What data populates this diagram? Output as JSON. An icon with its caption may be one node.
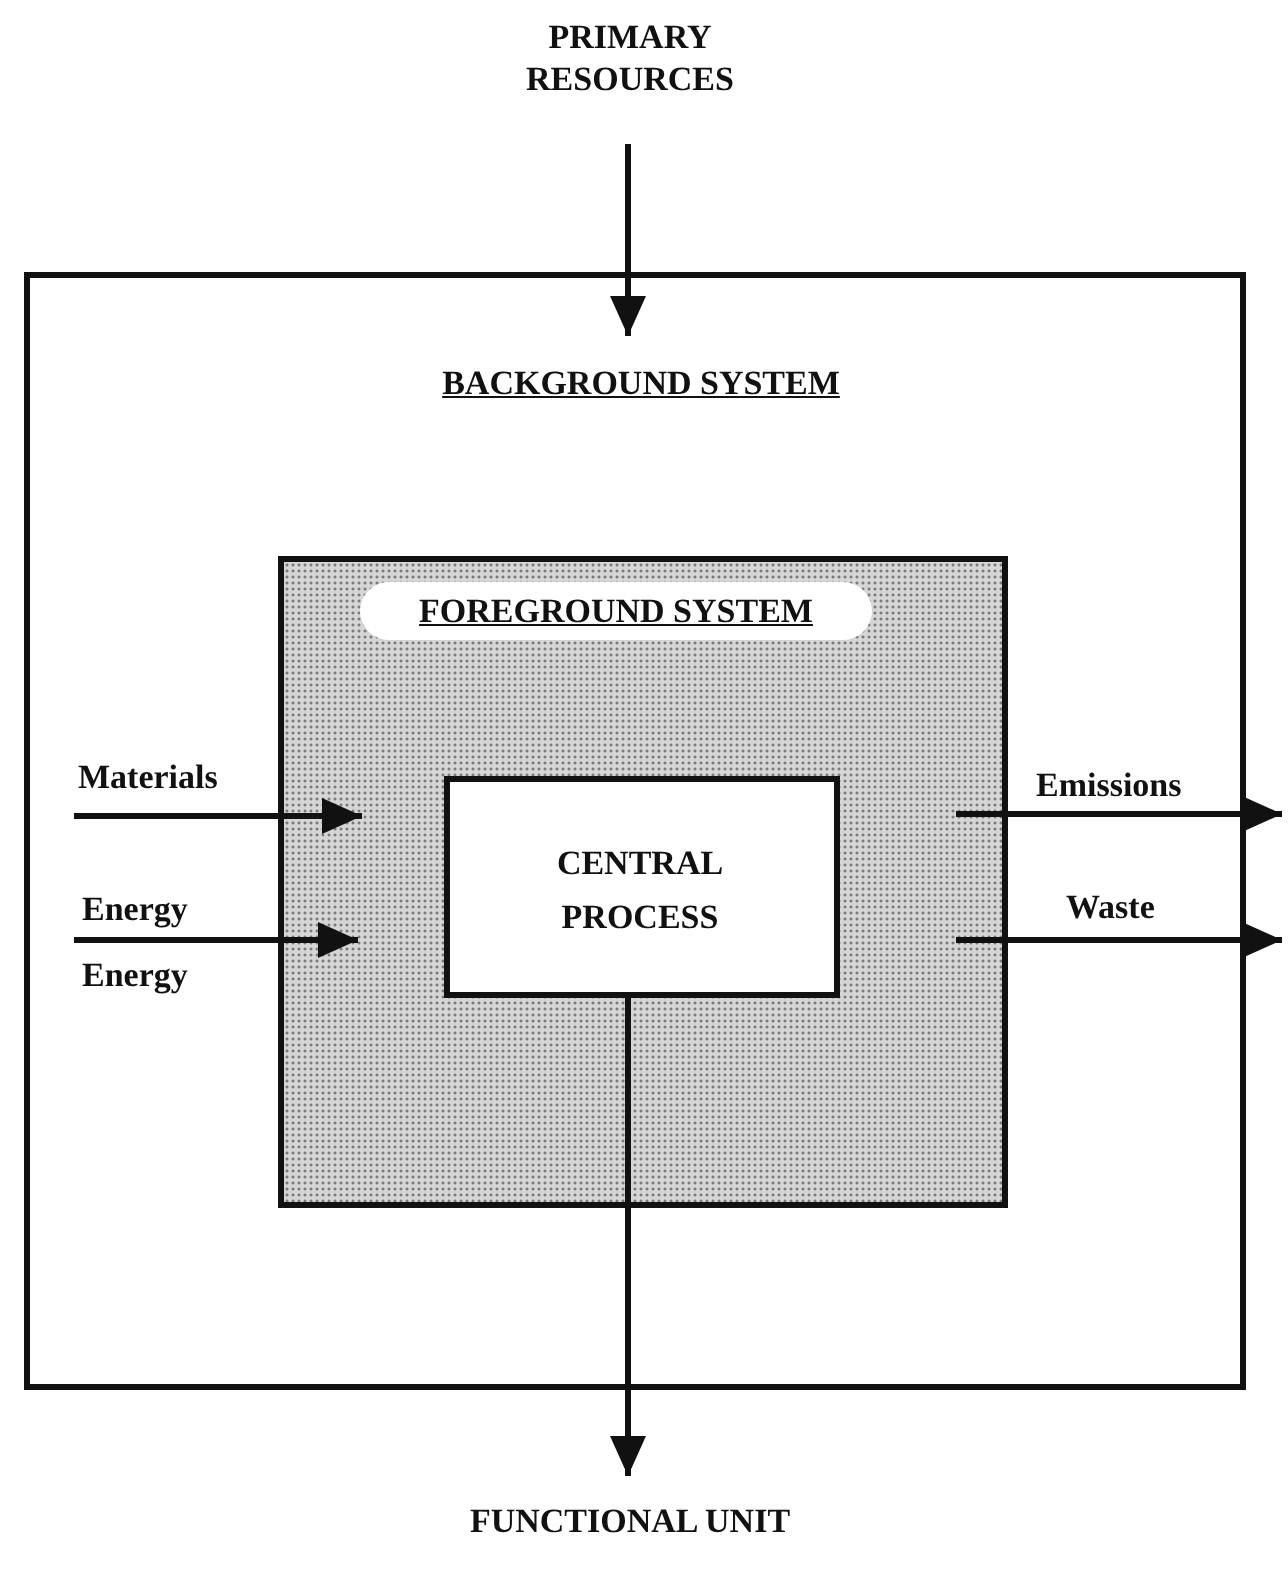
{
  "diagram": {
    "nodes": [
      {
        "text": [
          "BACKGROUND SYSTEM"
        ]
      },
      {
        "text": [
          "FOREGROUND SYSTEM"
        ],
        "in": 0
      },
      {
        "text": [
          "CENTRAL PROCESS"
        ],
        "in": 1
      },
      {
        "text": [
          "PRIMARY RESOURCES"
        ]
      },
      {
        "text": [
          "FUNCTIONAL UNIT"
        ]
      }
    ],
    "edges": [
      {
        "from": 3,
        "to": 0,
        "arrow": "to"
      },
      {
        "from": 2,
        "to": 4,
        "arrow": "to"
      },
      {
        "from": null,
        "to": 1,
        "arrow": "to",
        "label": "Materials"
      },
      {
        "from": null,
        "to": 1,
        "arrow": "to",
        "label": "Energy"
      },
      {
        "from": 1,
        "to": null,
        "arrow": "to",
        "label": "Emissions"
      },
      {
        "from": 1,
        "to": null,
        "arrow": "to",
        "label": "Waste"
      }
    ],
    "labels": [
      "Energy"
    ]
  }
}
